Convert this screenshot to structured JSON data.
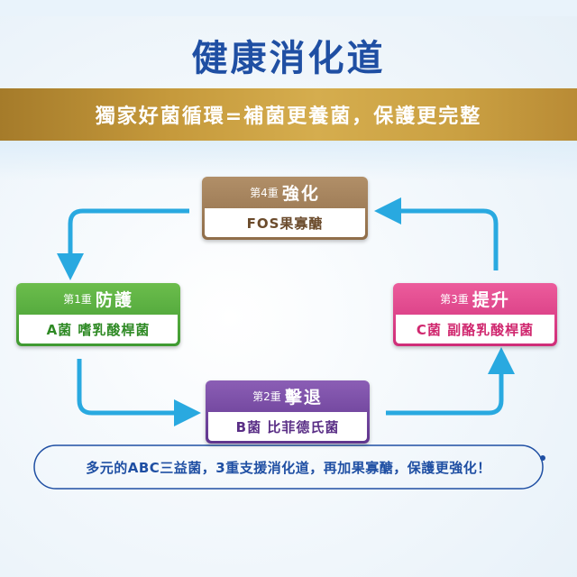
{
  "title": "健康消化道",
  "banner": "獨家好菌循環=補菌更養菌，保護更完整",
  "steps": [
    {
      "prefix": "第1重",
      "name": "防護",
      "detail": "A菌 嗜乳酸桿菌",
      "color": "#4fa83a"
    },
    {
      "prefix": "第2重",
      "name": "擊退",
      "detail": "B菌 比菲德氏菌",
      "color": "#6a3d98"
    },
    {
      "prefix": "第3重",
      "name": "提升",
      "detail": "C菌 副酪乳酸桿菌",
      "color": "#de3f86"
    },
    {
      "prefix": "第4重",
      "name": "強化",
      "detail": "FOS果寡醣",
      "color": "#9c7a55"
    }
  ],
  "footer": "多元的ABC三益菌，3重支援消化道，再加果寡醣，保護更強化！",
  "colors": {
    "title": "#1f4fa3",
    "arrow": "#29a9e0",
    "banner": "#c69a3c",
    "footer_border": "#1f4fa3"
  }
}
